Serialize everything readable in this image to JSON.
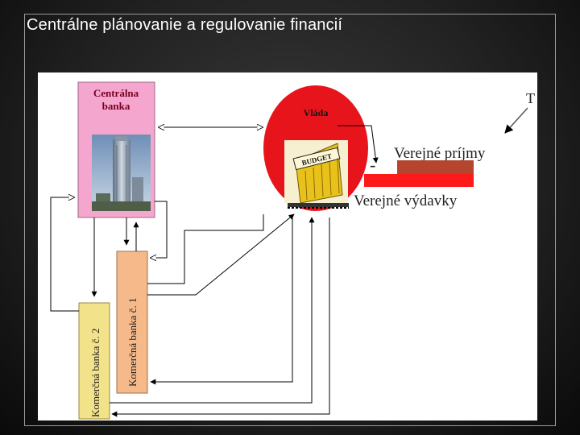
{
  "slide": {
    "title": "Centrálne plánovanie a regulovanie financií"
  },
  "diagram": {
    "central_bank_label": [
      "Centrálna",
      "banka"
    ],
    "government_label": "Vláda",
    "building_sign": "BUDGET",
    "public_revenues_label": "Verejné príjmy",
    "public_expenditures_label": "Verejné výdavky",
    "commercial_bank_1_label": "Komerčná banka č. 1",
    "commercial_bank_2_label": "Komerčná banka č. 2",
    "t_label": "T",
    "minus_label": "-",
    "colors": {
      "central_bank_box": "#f4a6cf",
      "government_circle": "#e8141c",
      "commercial_bank_1_box": "#f6b98a",
      "commercial_bank_2_box": "#f2e28a",
      "revenues_bar": "#b5452e",
      "expenditures_bar": "#ff1a1a"
    }
  }
}
